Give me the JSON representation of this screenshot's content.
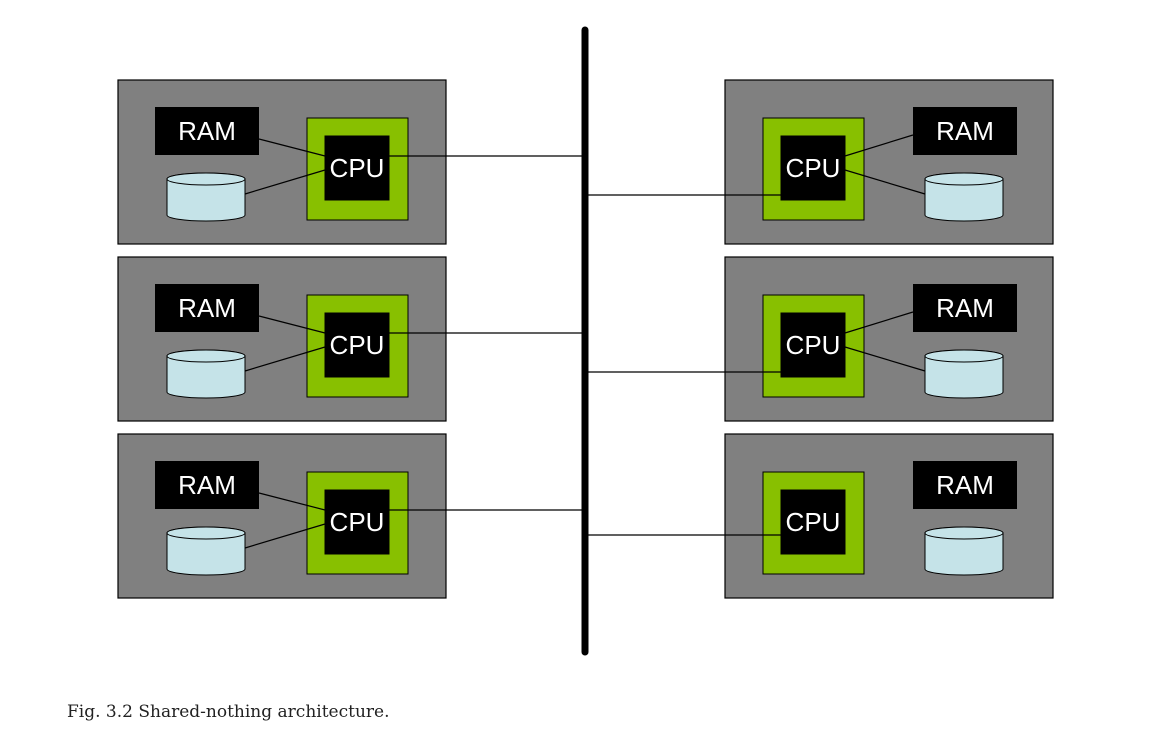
{
  "diagram": {
    "colors": {
      "node_fill": "#808080",
      "cpu_frame": "#88c000",
      "chip": "#000000",
      "disk_fill": "#c5e3e8",
      "bus": "#000000"
    },
    "node_labels": {
      "ram": "RAM",
      "cpu": "CPU"
    },
    "nodes": [
      {
        "id": "left-1",
        "side": "left",
        "links": true
      },
      {
        "id": "left-2",
        "side": "left",
        "links": true
      },
      {
        "id": "left-3",
        "side": "left",
        "links": true
      },
      {
        "id": "right-1",
        "side": "right",
        "links": true
      },
      {
        "id": "right-2",
        "side": "right",
        "links": true
      },
      {
        "id": "right-3",
        "side": "right",
        "links": false
      }
    ]
  },
  "caption": {
    "text": "Fig. 3.2 Shared-nothing architecture."
  }
}
